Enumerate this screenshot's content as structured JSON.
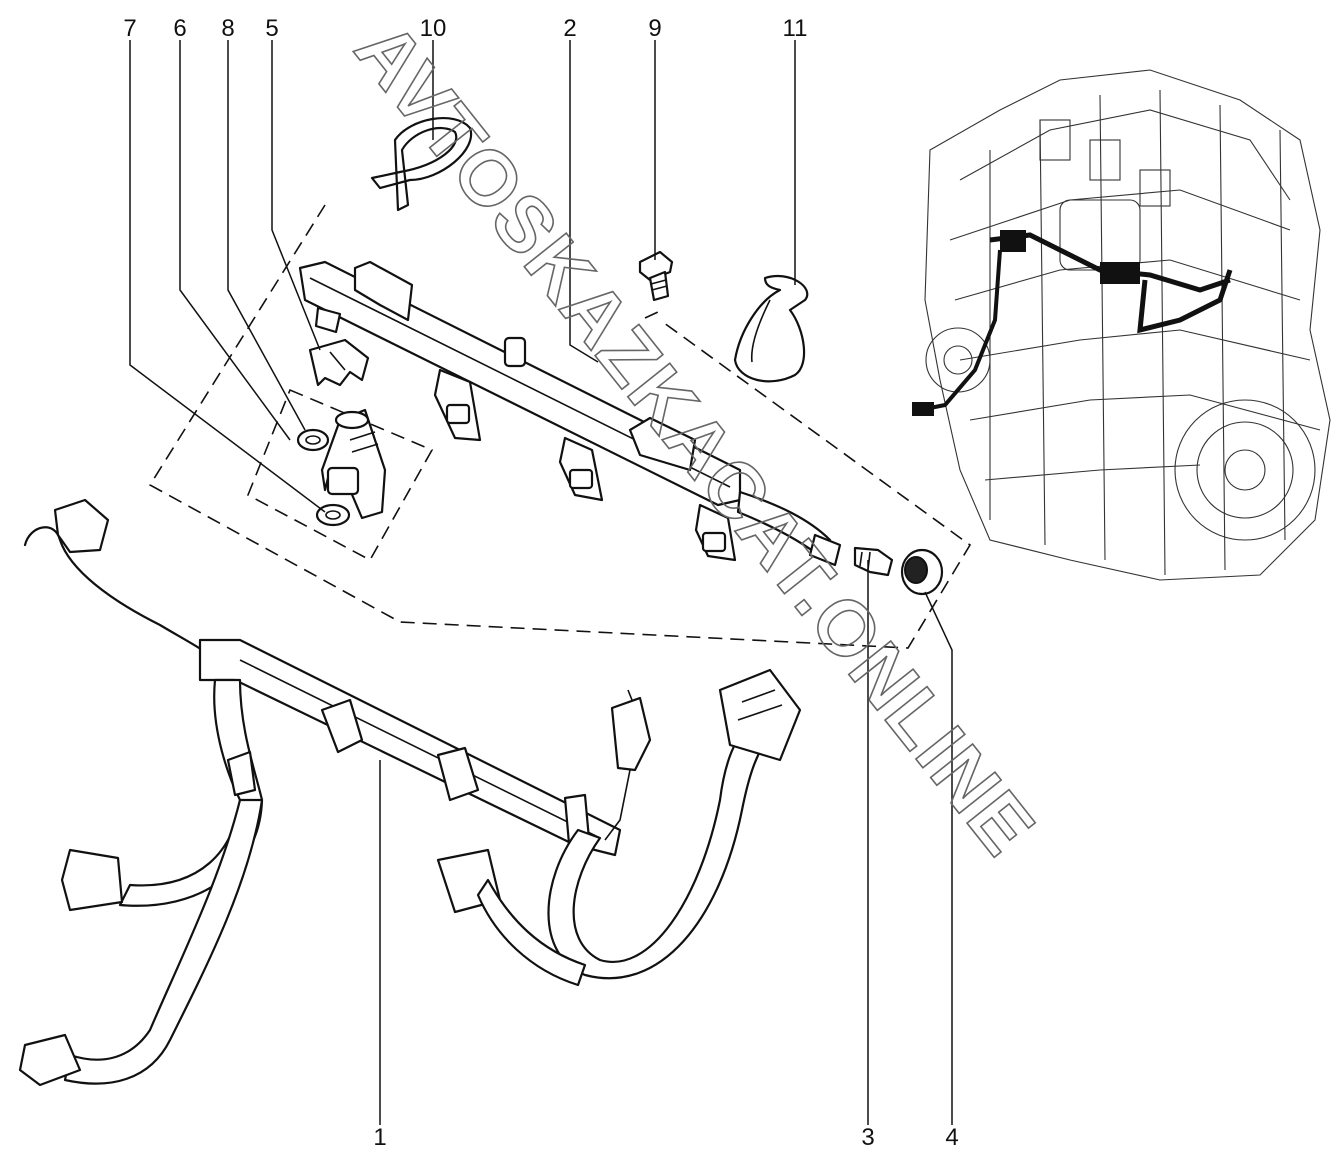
{
  "diagram": {
    "callouts": [
      {
        "id": "c1",
        "label": "1"
      },
      {
        "id": "c2",
        "label": "2"
      },
      {
        "id": "c3",
        "label": "3"
      },
      {
        "id": "c4",
        "label": "4"
      },
      {
        "id": "c5",
        "label": "5"
      },
      {
        "id": "c6",
        "label": "6"
      },
      {
        "id": "c7",
        "label": "7"
      },
      {
        "id": "c8",
        "label": "8"
      },
      {
        "id": "c9",
        "label": "9"
      },
      {
        "id": "c10",
        "label": "10"
      },
      {
        "id": "c11",
        "label": "11"
      }
    ],
    "watermark": "AVTOSKAZKACAT.ONLINE",
    "colors": {
      "line": "#111111",
      "background": "#ffffff",
      "watermark_stroke": "#666666"
    }
  }
}
